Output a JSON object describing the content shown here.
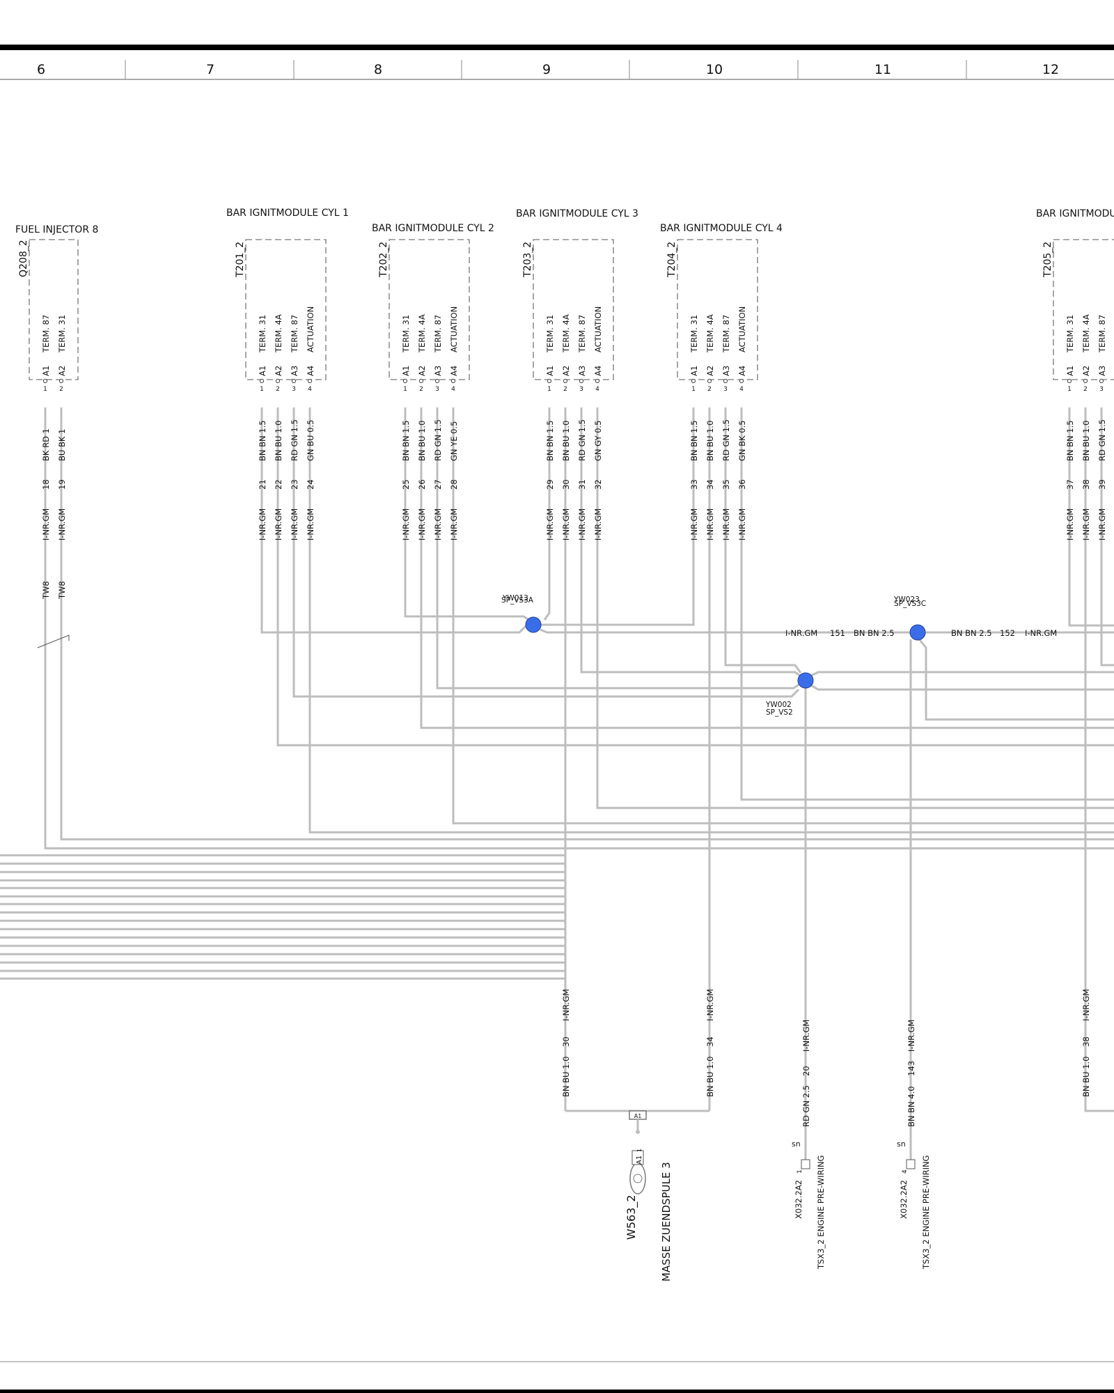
{
  "columns": [
    "6",
    "7",
    "8",
    "9",
    "10",
    "11",
    "12"
  ],
  "components": [
    {
      "id": "q208",
      "ref": "Q208_2",
      "title": "FUEL INJECTOR 8",
      "pins": [
        {
          "term": "TERM. 87",
          "pin": "A1",
          "n": "1",
          "color": "BK RD 1",
          "wire": "18",
          "harness": "I-NR.GM",
          "tw": "TW8"
        },
        {
          "term": "TERM. 31",
          "pin": "A2",
          "n": "2",
          "color": "BU BK 1",
          "wire": "19",
          "harness": "I-NR.GM",
          "tw": "TW8"
        }
      ]
    },
    {
      "id": "t201",
      "ref": "T201_2",
      "title": "BAR IGNITMODULE CYL 1",
      "pins": [
        {
          "term": "TERM. 31",
          "pin": "A1",
          "n": "1",
          "color": "BN BN 1.5",
          "wire": "21",
          "harness": "I-NR.GM"
        },
        {
          "term": "TERM. 4A",
          "pin": "A2",
          "n": "2",
          "color": "BN BU 1.0",
          "wire": "22",
          "harness": "I-NR.GM"
        },
        {
          "term": "TERM. 87",
          "pin": "A3",
          "n": "3",
          "color": "RD GN 1.5",
          "wire": "23",
          "harness": "I-NR.GM"
        },
        {
          "term": "ACTUATION",
          "pin": "A4",
          "n": "4",
          "color": "GN BU 0.5",
          "wire": "24",
          "harness": "I-NR.GM"
        }
      ]
    },
    {
      "id": "t202",
      "ref": "T202_2",
      "title": "BAR IGNITMODULE CYL 2",
      "pins": [
        {
          "term": "TERM. 31",
          "pin": "A1",
          "n": "1",
          "color": "BN BN 1.5",
          "wire": "25",
          "harness": "I-NR.GM"
        },
        {
          "term": "TERM. 4A",
          "pin": "A2",
          "n": "2",
          "color": "BN BU 1.0",
          "wire": "26",
          "harness": "I-NR.GM"
        },
        {
          "term": "TERM. 87",
          "pin": "A3",
          "n": "3",
          "color": "RD GN 1.5",
          "wire": "27",
          "harness": "I-NR.GM"
        },
        {
          "term": "ACTUATION",
          "pin": "A4",
          "n": "4",
          "color": "GN YE 0.5",
          "wire": "28",
          "harness": "I-NR.GM"
        }
      ]
    },
    {
      "id": "t203",
      "ref": "T203_2",
      "title": "BAR IGNITMODULE CYL 3",
      "pins": [
        {
          "term": "TERM. 31",
          "pin": "A1",
          "n": "1",
          "color": "BN BN 1.5",
          "wire": "29",
          "harness": "I-NR.GM"
        },
        {
          "term": "TERM. 4A",
          "pin": "A2",
          "n": "2",
          "color": "BN BU 1.0",
          "wire": "30",
          "harness": "I-NR.GM"
        },
        {
          "term": "TERM. 87",
          "pin": "A3",
          "n": "3",
          "color": "RD GN 1.5",
          "wire": "31",
          "harness": "I-NR.GM"
        },
        {
          "term": "ACTUATION",
          "pin": "A4",
          "n": "4",
          "color": "GN GY 0.5",
          "wire": "32",
          "harness": "I-NR.GM"
        }
      ]
    },
    {
      "id": "t204",
      "ref": "T204_2",
      "title": "BAR IGNITMODULE CYL 4",
      "pins": [
        {
          "term": "TERM. 31",
          "pin": "A1",
          "n": "1",
          "color": "BN BN 1.5",
          "wire": "33",
          "harness": "I-NR.GM"
        },
        {
          "term": "TERM. 4A",
          "pin": "A2",
          "n": "2",
          "color": "BN BU 1.0",
          "wire": "34",
          "harness": "I-NR.GM"
        },
        {
          "term": "TERM. 87",
          "pin": "A3",
          "n": "3",
          "color": "RD GN 1.5",
          "wire": "35",
          "harness": "I-NR.GM"
        },
        {
          "term": "ACTUATION",
          "pin": "A4",
          "n": "4",
          "color": "GN BK 0.5",
          "wire": "36",
          "harness": "I-NR.GM"
        }
      ]
    },
    {
      "id": "t205",
      "ref": "T205_2",
      "title": "BAR IGNITMODULE",
      "pins": [
        {
          "term": "TERM. 31",
          "pin": "A1",
          "n": "1",
          "color": "BN BN 1.5",
          "wire": "37",
          "harness": "I-NR.GM"
        },
        {
          "term": "TERM. 4A",
          "pin": "A2",
          "n": "2",
          "color": "BN BU 1.0",
          "wire": "38",
          "harness": "I-NR.GM"
        },
        {
          "term": "TERM. 87",
          "pin": "A3",
          "n": "3",
          "color": "RD GN 1.5",
          "wire": "39",
          "harness": "I-NR.GM"
        }
      ]
    }
  ],
  "splices": [
    {
      "id": "sa",
      "label": "YW013",
      "sub": "SP_VS3A"
    },
    {
      "id": "sb",
      "label": "YW002",
      "sub": "SP_VS2"
    },
    {
      "id": "sc",
      "label": "YW023",
      "sub": "SP_VS3C"
    }
  ],
  "splice_wires": {
    "left": {
      "harness": "I-NR.GM",
      "wire": "151",
      "color": "BN BN 2.5"
    },
    "right": {
      "harness": "I-NR.GM",
      "wire": "152",
      "color": "BN BN 2.5"
    }
  },
  "bottom_wires": [
    {
      "id": "b30",
      "color": "BN BU 1.0",
      "wire": "30",
      "harness": "I-NR.GM"
    },
    {
      "id": "b34",
      "color": "BN BU 1.0",
      "wire": "34",
      "harness": "I-NR.GM"
    },
    {
      "id": "b20",
      "color": "RD GN 2.5",
      "wire": "20",
      "harness": "I-NR.GM"
    },
    {
      "id": "b143",
      "color": "BN BN 4.0",
      "wire": "143",
      "harness": "I-NR.GM"
    },
    {
      "id": "b38",
      "color": "BN BU 1.0",
      "wire": "38",
      "harness": "I-NR.GM"
    }
  ],
  "ground": {
    "ref": "W563_2",
    "name": "MASSE ZUENDSPULE 3",
    "pin": "A1",
    "pin_num": "1"
  },
  "connectors": [
    {
      "id": "c1",
      "ref": "X032.2A2",
      "pin": "1",
      "sn": "sn",
      "name": "TSX3_2 ENGINE PRE-WIRING"
    },
    {
      "id": "c2",
      "ref": "X032.2A2",
      "pin": "4",
      "sn": "sn",
      "name": "TSX3_2 ENGINE PRE-WIRING"
    }
  ],
  "colors": {
    "wire": "#bdbdbd",
    "splice": "#3a6ee8",
    "box": "#777777"
  }
}
